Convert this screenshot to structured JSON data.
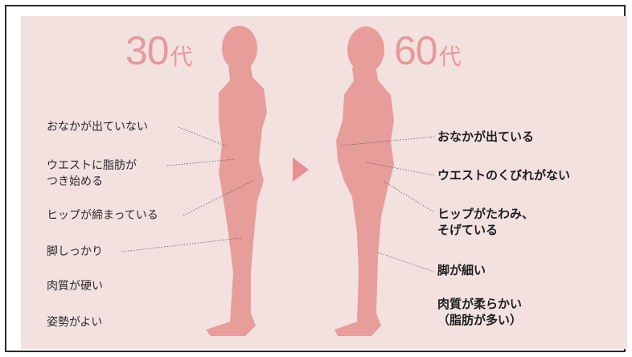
{
  "colors": {
    "background": "#f3e1e0",
    "body": "#e79d9a",
    "accent": "#e59a9a",
    "frame": "#2a2a2a"
  },
  "left": {
    "age_number": "30",
    "age_suffix": "代",
    "labels": [
      "おなかが出ていない",
      "ウエストに脂肪が\nつき始める",
      "ヒップが締まっている",
      "脚しっかり",
      "肉質が硬い",
      "姿勢がよい"
    ]
  },
  "right": {
    "age_number": "60",
    "age_suffix": "代",
    "labels": [
      "おなかが出ている",
      "ウエストのくびれがない",
      "ヒップがたわみ、\nそげている",
      "脚が細い",
      "肉質が柔らかい\n（脂肪が多い）"
    ]
  },
  "arrow_icon": "right-triangle-arrow-icon"
}
